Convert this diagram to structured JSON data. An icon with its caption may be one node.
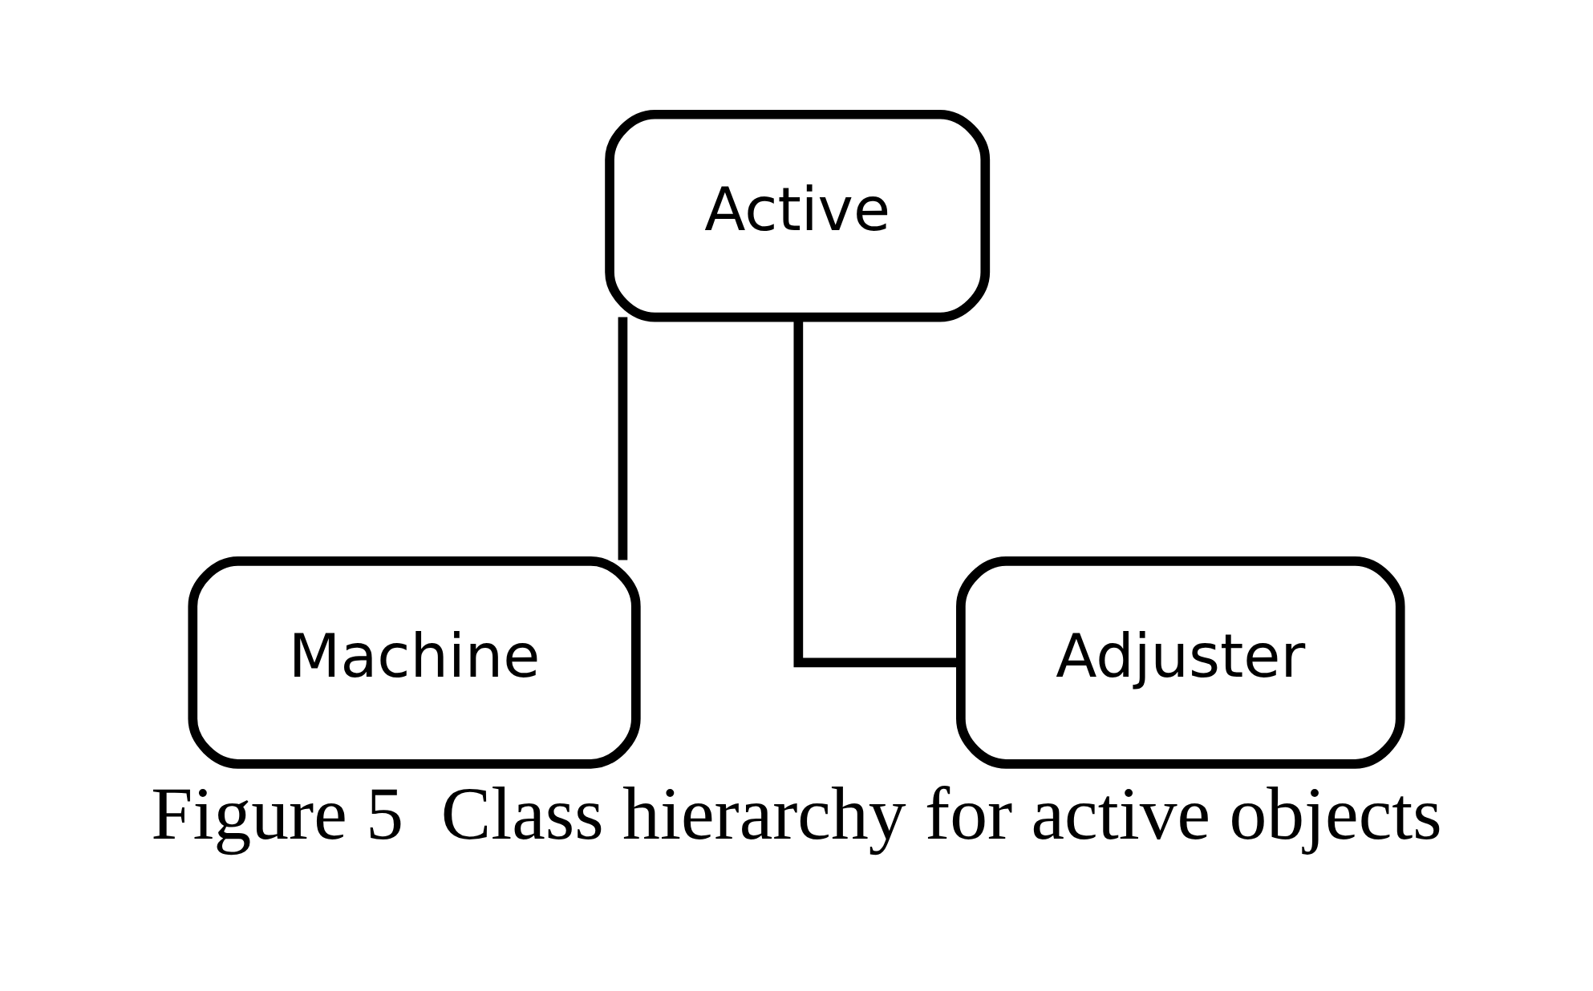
{
  "diagram": {
    "caption": "Figure 5  Class hierarchy for active objects",
    "nodes": [
      {
        "text": [
          "Active"
        ]
      },
      {
        "text": [
          "Machine"
        ]
      },
      {
        "text": [
          "Adjuster"
        ]
      }
    ],
    "edges": [
      {
        "from": 0,
        "to": 1,
        "arrow": "none"
      },
      {
        "from": 0,
        "to": 2,
        "arrow": "none"
      }
    ]
  }
}
